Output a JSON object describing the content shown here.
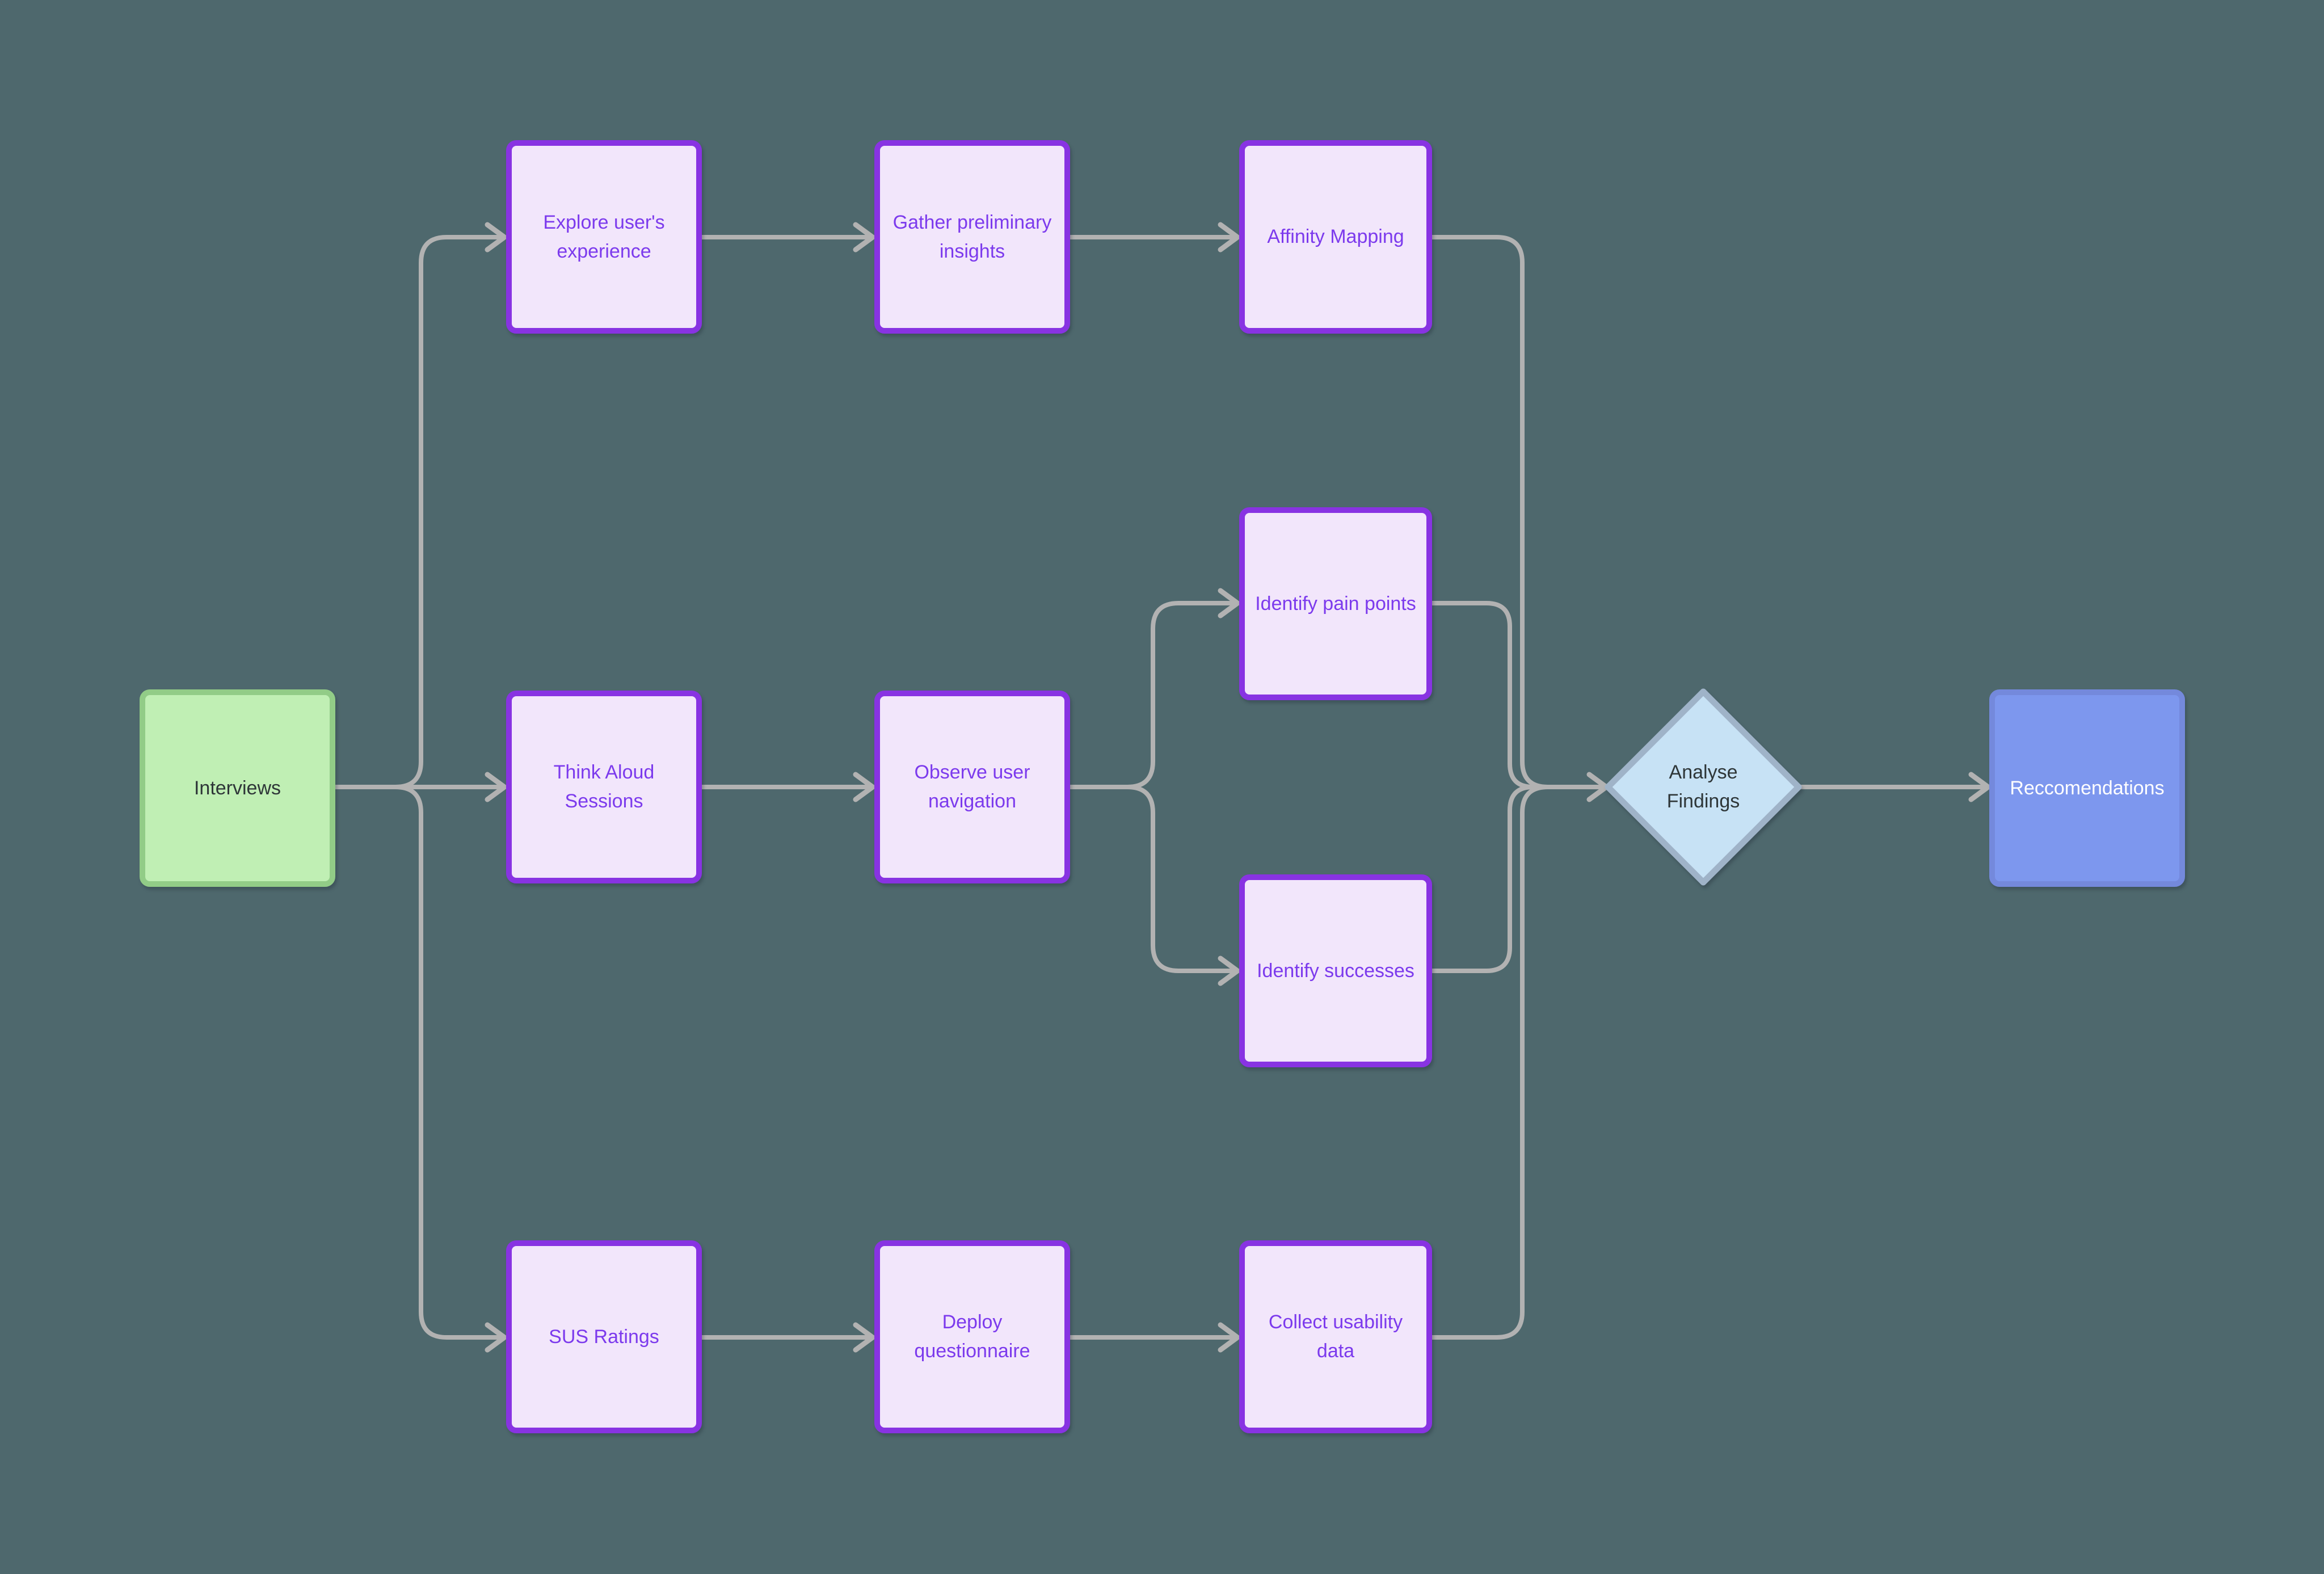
{
  "diagram": {
    "type": "flowchart",
    "direction": "left-to-right"
  },
  "colors": {
    "bg": "#4e686d",
    "edge": "#b2b2b2",
    "purple-border": "#8833e2",
    "purple-fill": "#f2e6fb",
    "purple-text": "#7c3aed",
    "green-border": "#92cc87",
    "green-fill": "#c0efb4",
    "blue-border": "#7489dc",
    "blue-fill": "#7d97ee",
    "diamond-border": "#9fb3c8",
    "diamond-fill": "#c7e2f5",
    "dark-text": "#2e3638",
    "light-text": "#ffffff"
  },
  "nodes": {
    "interviews": {
      "label": "Interviews",
      "shape": "rect",
      "style": "green"
    },
    "explore": {
      "label": "Explore user's experience",
      "shape": "rect",
      "style": "purple"
    },
    "gather": {
      "label": "Gather preliminary insights",
      "shape": "rect",
      "style": "purple"
    },
    "affinity": {
      "label": "Affinity Mapping",
      "shape": "rect",
      "style": "purple"
    },
    "think": {
      "label": "Think Aloud Sessions",
      "shape": "rect",
      "style": "purple"
    },
    "observe": {
      "label": "Observe user navigation",
      "shape": "rect",
      "style": "purple"
    },
    "pain": {
      "label": "Identify pain points",
      "shape": "rect",
      "style": "purple"
    },
    "successes": {
      "label": "Identify successes",
      "shape": "rect",
      "style": "purple"
    },
    "sus": {
      "label": "SUS Ratings",
      "shape": "rect",
      "style": "purple"
    },
    "deploy": {
      "label": "Deploy questionnaire",
      "shape": "rect",
      "style": "purple"
    },
    "collect": {
      "label": "Collect usability data",
      "shape": "rect",
      "style": "purple"
    },
    "analyse": {
      "label": "Analyse Findings",
      "shape": "diamond",
      "style": "diamond"
    },
    "recc": {
      "label": "Reccomendations",
      "shape": "rect",
      "style": "blue"
    }
  },
  "edges": [
    {
      "from": "interviews",
      "to": "explore"
    },
    {
      "from": "interviews",
      "to": "think"
    },
    {
      "from": "interviews",
      "to": "sus"
    },
    {
      "from": "explore",
      "to": "gather"
    },
    {
      "from": "gather",
      "to": "affinity"
    },
    {
      "from": "think",
      "to": "observe"
    },
    {
      "from": "observe",
      "to": "pain"
    },
    {
      "from": "observe",
      "to": "successes"
    },
    {
      "from": "sus",
      "to": "deploy"
    },
    {
      "from": "deploy",
      "to": "collect"
    },
    {
      "from": "affinity",
      "to": "analyse"
    },
    {
      "from": "pain",
      "to": "analyse"
    },
    {
      "from": "successes",
      "to": "analyse"
    },
    {
      "from": "collect",
      "to": "analyse"
    },
    {
      "from": "analyse",
      "to": "recc"
    }
  ]
}
